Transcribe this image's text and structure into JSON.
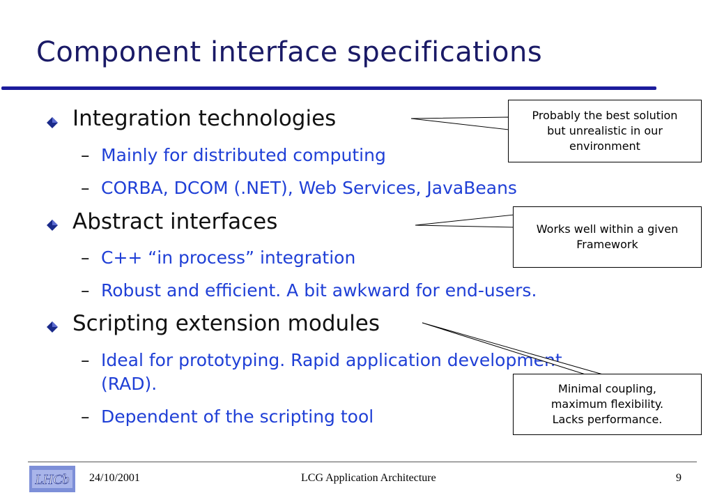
{
  "title": "Component interface specifications",
  "bullets": [
    {
      "label": "Integration technologies",
      "subs": [
        "Mainly for distributed computing",
        "CORBA, DCOM (.NET), Web Services, JavaBeans"
      ]
    },
    {
      "label": "Abstract interfaces",
      "subs": [
        "C++ “in process” integration",
        "Robust and efficient. A bit awkward for end-users."
      ]
    },
    {
      "label": "Scripting extension modules",
      "subs": [
        "Ideal for prototyping. Rapid application development",
        "(RAD).",
        "Dependent of the scripting tool"
      ]
    }
  ],
  "dash": "–",
  "callouts": [
    {
      "lines": [
        "Probably the best solution",
        "but unrealistic in our",
        "environment"
      ]
    },
    {
      "lines": [
        "Works well within a given",
        "Framework"
      ]
    },
    {
      "lines": [
        "Minimal coupling,",
        "maximum flexibility.",
        "Lacks performance."
      ]
    }
  ],
  "footer": {
    "logo_text": "LHCb",
    "date": "24/10/2001",
    "center": "LCG Application Architecture",
    "page": "9"
  },
  "colors": {
    "title": "#1a1a66",
    "rule": "#1c1c9c",
    "subtext": "#1f3fd6",
    "bullet": "#1a2a8a"
  }
}
